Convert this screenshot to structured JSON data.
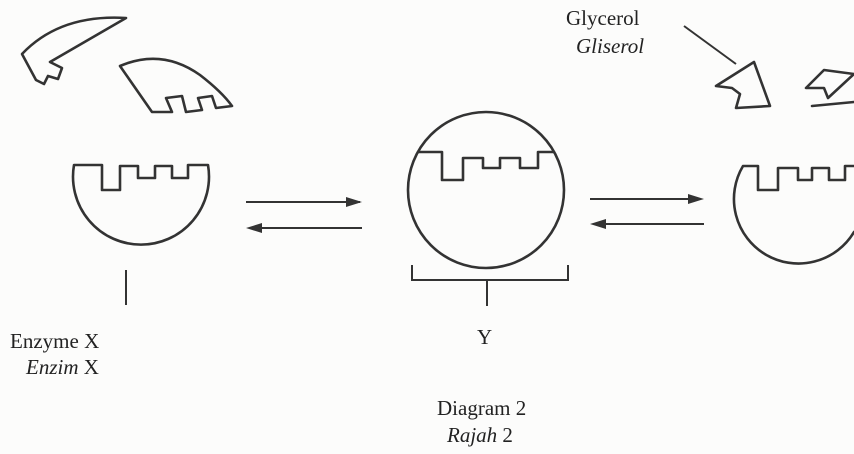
{
  "labels": {
    "enzyme": {
      "en": "Enzyme",
      "ms": "Enzim",
      "symbol": "X"
    },
    "y": "Y",
    "glycerol": {
      "en": "Glycerol",
      "ms": "Gliserol"
    },
    "caption": {
      "en": "Diagram",
      "ms": "Rajah",
      "number": "2"
    }
  }
}
